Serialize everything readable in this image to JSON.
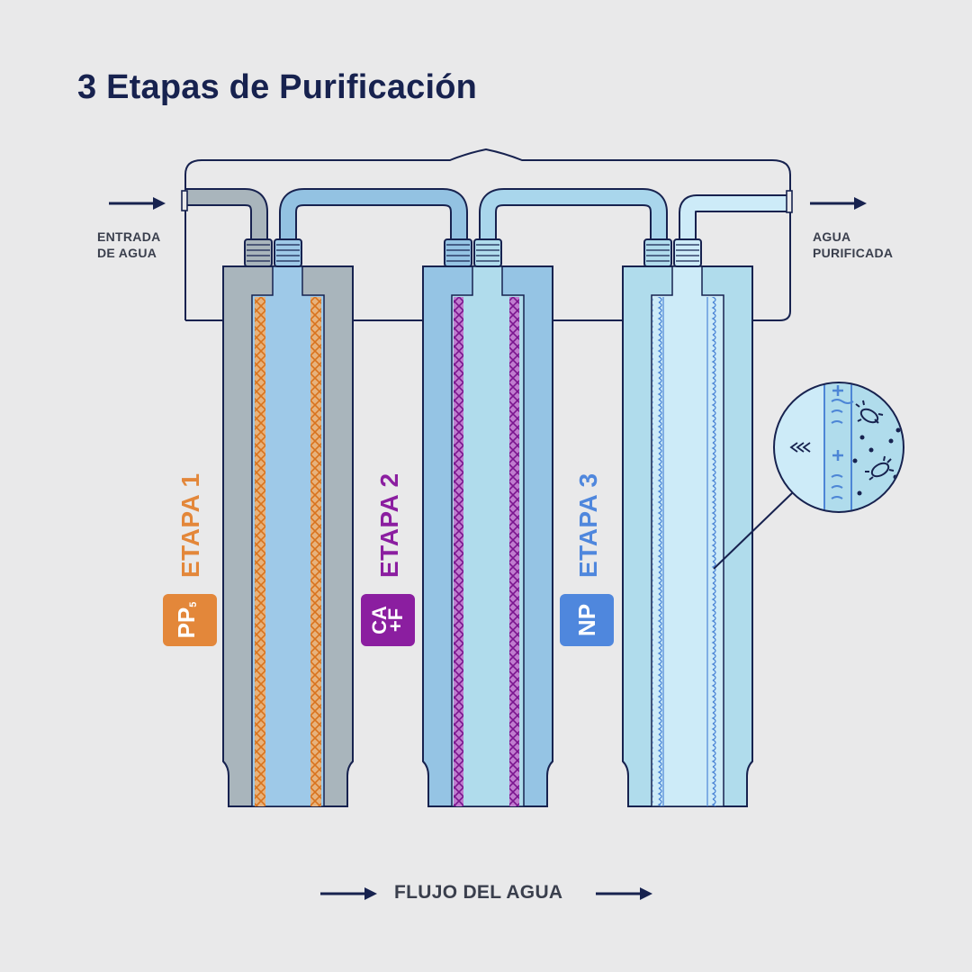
{
  "title": "3 Etapas de Purificación",
  "input_label": [
    "ENTRADA",
    "DE AGUA"
  ],
  "output_label": [
    "AGUA",
    "PURIFICADA"
  ],
  "flow_label": "FLUJO DEL AGUA",
  "stages": [
    {
      "word": "ETAPA 1",
      "code": "PP",
      "code_sub": "5",
      "color": "#e3873a"
    },
    {
      "word": "ETAPA 2",
      "code_lines": [
        "CA",
        "+F"
      ],
      "color": "#8b1ea0"
    },
    {
      "word": "ETAPA 3",
      "code": "NP",
      "color": "#4f87dd"
    }
  ],
  "colors": {
    "ink": "#17224f",
    "housing1": "#a9b5bc",
    "housing2": "#95c4e4",
    "housing3": "#b0dcec",
    "core": "#9ec9e8",
    "core3": "#cdebf8"
  }
}
